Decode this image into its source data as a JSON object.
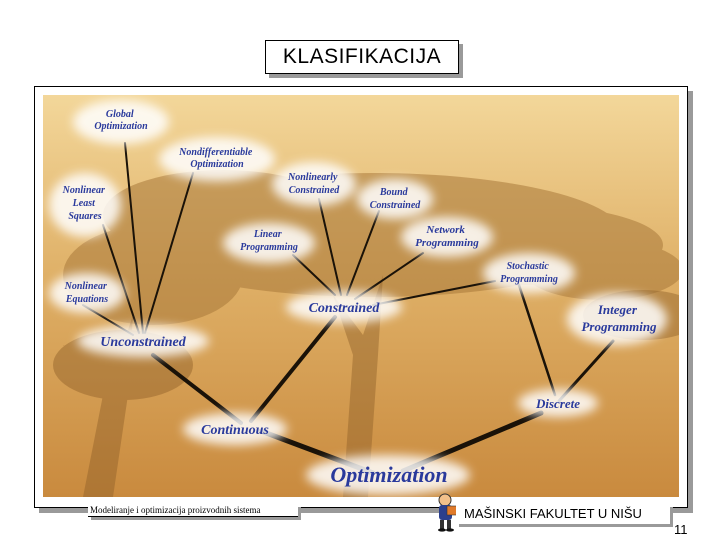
{
  "slide": {
    "title": "KLASIFIKACIJA",
    "footer_left": "Modeliranje i optimizacija proizvodnih sistema",
    "footer_right": "MAŠINSKI FAKULTET U NIŠU",
    "page_number": "11"
  },
  "diagram": {
    "nodes": {
      "global_optimization": [
        "Global",
        "Optimization"
      ],
      "nondifferentiable_optimization": [
        "Nondifferentiable",
        "Optimization"
      ],
      "nonlinear_least_squares": [
        "Nonlinear",
        "Least",
        "Squares"
      ],
      "nonlinearly_constrained": [
        "Nonlinearly",
        "Constrained"
      ],
      "bound_constrained": [
        "Bound",
        "Constrained"
      ],
      "linear_programming": [
        "Linear",
        "Programming"
      ],
      "network_programming": [
        "Network",
        "Programming"
      ],
      "stochastic_programming": [
        "Stochastic",
        "Programming"
      ],
      "nonlinear_equations": [
        "Nonlinear",
        "Equations"
      ],
      "constrained": "Constrained",
      "integer_programming": [
        "Integer",
        "Programming"
      ],
      "unconstrained": "Unconstrained",
      "discrete": "Discrete",
      "continuous": "Continuous",
      "optimization": "Optimization"
    }
  }
}
